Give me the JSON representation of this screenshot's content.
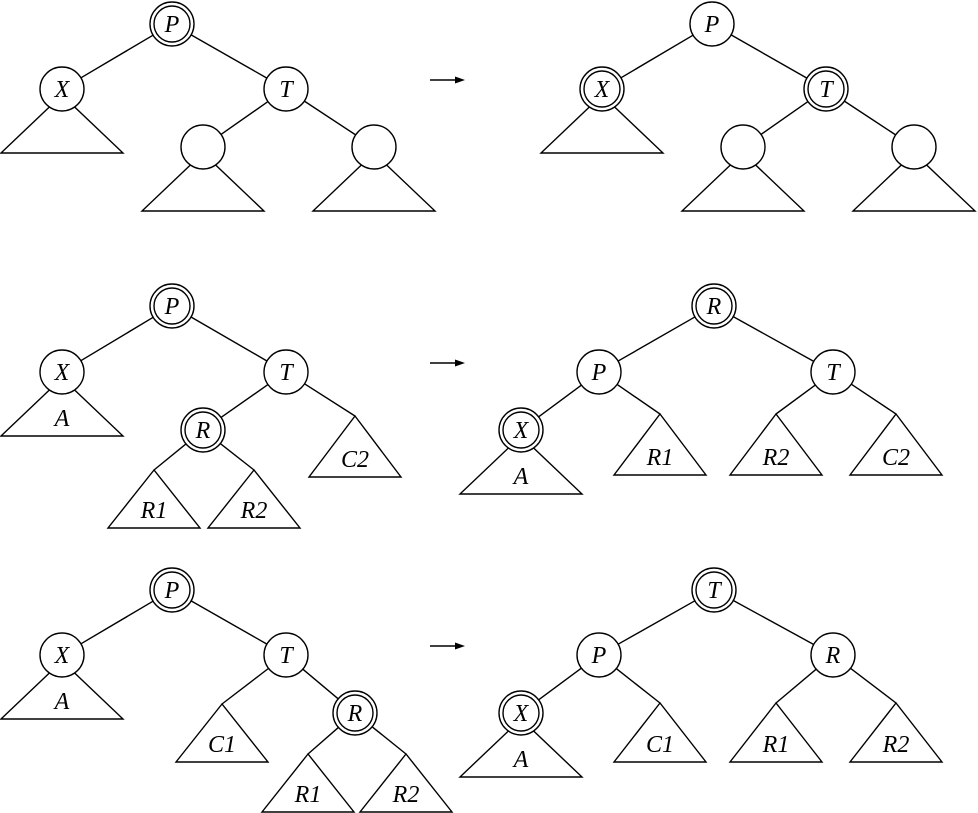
{
  "nodes": [
    {
      "id": "a1-P",
      "label": "P",
      "double": true
    },
    {
      "id": "a1-X",
      "label": "X",
      "double": false
    },
    {
      "id": "a1-T",
      "label": "T",
      "double": false
    },
    {
      "id": "a1-L",
      "label": "",
      "double": false
    },
    {
      "id": "a1-R",
      "label": "",
      "double": false
    },
    {
      "id": "a2-P",
      "label": "P",
      "double": false
    },
    {
      "id": "a2-X",
      "label": "X",
      "double": true
    },
    {
      "id": "a2-T",
      "label": "T",
      "double": true
    },
    {
      "id": "a2-L",
      "label": "",
      "double": false
    },
    {
      "id": "a2-R",
      "label": "",
      "double": false
    },
    {
      "id": "b1-P",
      "label": "P",
      "double": true
    },
    {
      "id": "b1-X",
      "label": "X",
      "double": false
    },
    {
      "id": "b1-T",
      "label": "T",
      "double": false
    },
    {
      "id": "b1-R",
      "label": "R",
      "double": true
    },
    {
      "id": "b2-R",
      "label": "R",
      "double": true
    },
    {
      "id": "b2-P",
      "label": "P",
      "double": false
    },
    {
      "id": "b2-T",
      "label": "T",
      "double": false
    },
    {
      "id": "b2-X",
      "label": "X",
      "double": true
    },
    {
      "id": "c1-P",
      "label": "P",
      "double": true
    },
    {
      "id": "c1-X",
      "label": "X",
      "double": false
    },
    {
      "id": "c1-T",
      "label": "T",
      "double": false
    },
    {
      "id": "c1-R",
      "label": "R",
      "double": true
    },
    {
      "id": "c2-T",
      "label": "T",
      "double": true
    },
    {
      "id": "c2-P",
      "label": "P",
      "double": false
    },
    {
      "id": "c2-R",
      "label": "R",
      "double": false
    },
    {
      "id": "c2-X",
      "label": "X",
      "double": true
    }
  ],
  "edges": [
    [
      "a1-P",
      "a1-X"
    ],
    [
      "a1-P",
      "a1-T"
    ],
    [
      "a1-T",
      "a1-L"
    ],
    [
      "a1-T",
      "a1-R"
    ],
    [
      "a2-P",
      "a2-X"
    ],
    [
      "a2-P",
      "a2-T"
    ],
    [
      "a2-T",
      "a2-L"
    ],
    [
      "a2-T",
      "a2-R"
    ],
    [
      "b1-P",
      "b1-X"
    ],
    [
      "b1-P",
      "b1-T"
    ],
    [
      "b1-T",
      "b1-R"
    ],
    [
      "b2-R",
      "b2-P"
    ],
    [
      "b2-R",
      "b2-T"
    ],
    [
      "b2-P",
      "b2-X"
    ],
    [
      "c1-P",
      "c1-X"
    ],
    [
      "c1-P",
      "c1-T"
    ],
    [
      "c1-T",
      "c1-R"
    ],
    [
      "c2-T",
      "c2-P"
    ],
    [
      "c2-T",
      "c2-R"
    ],
    [
      "c2-P",
      "c2-X"
    ]
  ],
  "subtrees": [
    {
      "id": "a1-t-X",
      "label": ""
    },
    {
      "id": "a1-t-L",
      "label": ""
    },
    {
      "id": "a1-t-R",
      "label": ""
    },
    {
      "id": "a2-t-X",
      "label": ""
    },
    {
      "id": "a2-t-L",
      "label": ""
    },
    {
      "id": "a2-t-R",
      "label": ""
    },
    {
      "id": "b1-t-A",
      "label": "A"
    },
    {
      "id": "b1-t-C2",
      "label": "C2"
    },
    {
      "id": "b1-t-R1",
      "label": "R1"
    },
    {
      "id": "b1-t-R2",
      "label": "R2"
    },
    {
      "id": "b2-t-A",
      "label": "A"
    },
    {
      "id": "b2-t-R1",
      "label": "R1"
    },
    {
      "id": "b2-t-R2",
      "label": "R2"
    },
    {
      "id": "b2-t-C2",
      "label": "C2"
    },
    {
      "id": "c1-t-A",
      "label": "A"
    },
    {
      "id": "c1-t-C1",
      "label": "C1"
    },
    {
      "id": "c1-t-R1",
      "label": "R1"
    },
    {
      "id": "c1-t-R2",
      "label": "R2"
    },
    {
      "id": "c2-t-A",
      "label": "A"
    },
    {
      "id": "c2-t-C1",
      "label": "C1"
    },
    {
      "id": "c2-t-R1",
      "label": "R1"
    },
    {
      "id": "c2-t-R2",
      "label": "R2"
    }
  ],
  "arrows": [
    {
      "id": "arrow-row1"
    },
    {
      "id": "arrow-row2"
    },
    {
      "id": "arrow-row3"
    }
  ]
}
